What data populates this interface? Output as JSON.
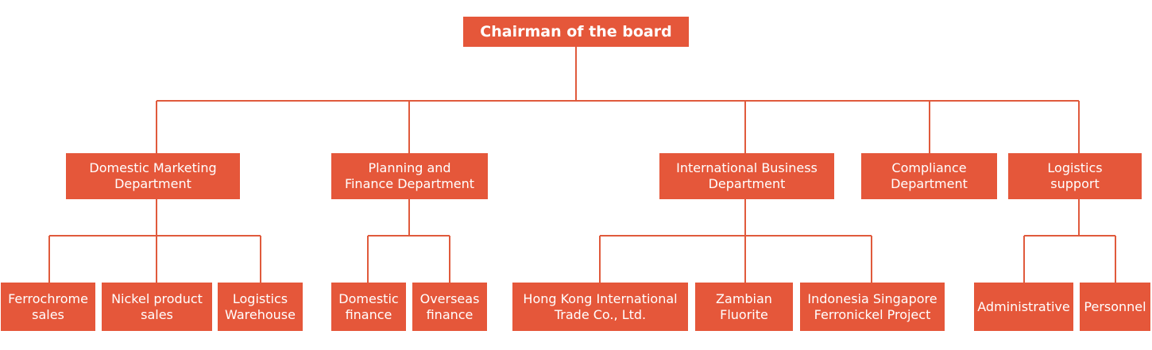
{
  "org_chart": {
    "root": {
      "label": "Chairman of the board"
    },
    "departments": [
      {
        "label": "Domestic Marketing\nDepartment",
        "children": [
          {
            "label": "Ferrochrome\nsales"
          },
          {
            "label": "Nickel product\nsales"
          },
          {
            "label": "Logistics\nWarehouse"
          }
        ]
      },
      {
        "label": "Planning and\nFinance Department",
        "children": [
          {
            "label": "Domestic\nfinance"
          },
          {
            "label": "Overseas\nfinance"
          }
        ]
      },
      {
        "label": "International Business\nDepartment",
        "children": [
          {
            "label": "Hong Kong International\nTrade Co., Ltd."
          },
          {
            "label": "Zambian\nFluorite"
          },
          {
            "label": "Indonesia Singapore\nFerronickel Project"
          }
        ]
      },
      {
        "label": "Compliance\nDepartment",
        "children": []
      },
      {
        "label": "Logistics\nsupport",
        "children": [
          {
            "label": "Administrative"
          },
          {
            "label": "Personnel"
          }
        ]
      }
    ],
    "colors": {
      "box": "#e5573a",
      "line": "#e05a3c",
      "text": "#ffffff"
    }
  }
}
